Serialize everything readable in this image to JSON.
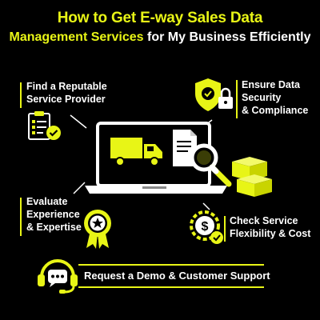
{
  "header": {
    "title": "How to Get E-way Sales Data",
    "subtitle_highlight": "Management Services",
    "subtitle_rest": " for My Business Efficiently"
  },
  "steps": [
    {
      "label_line1": "Find a Reputable",
      "label_line2": "Service Provider",
      "icon": "checklist-icon"
    },
    {
      "label_line1": "Ensure Data",
      "label_line2": "Security",
      "label_line3": "& Compliance",
      "icon": "shield-lock-icon"
    },
    {
      "label_line1": "Evaluate",
      "label_line2": "Experience",
      "label_line3": "& Expertise",
      "icon": "award-badge-icon"
    },
    {
      "label_line1": "Check Service",
      "label_line2": "Flexibility & Cost",
      "icon": "dollar-gear-icon"
    }
  ],
  "cta": {
    "label": "Request a Demo & Customer Support",
    "icon": "headset-chat-icon"
  },
  "colors": {
    "accent": "#E8F516",
    "background": "#000000",
    "text": "#FFFFFF"
  }
}
